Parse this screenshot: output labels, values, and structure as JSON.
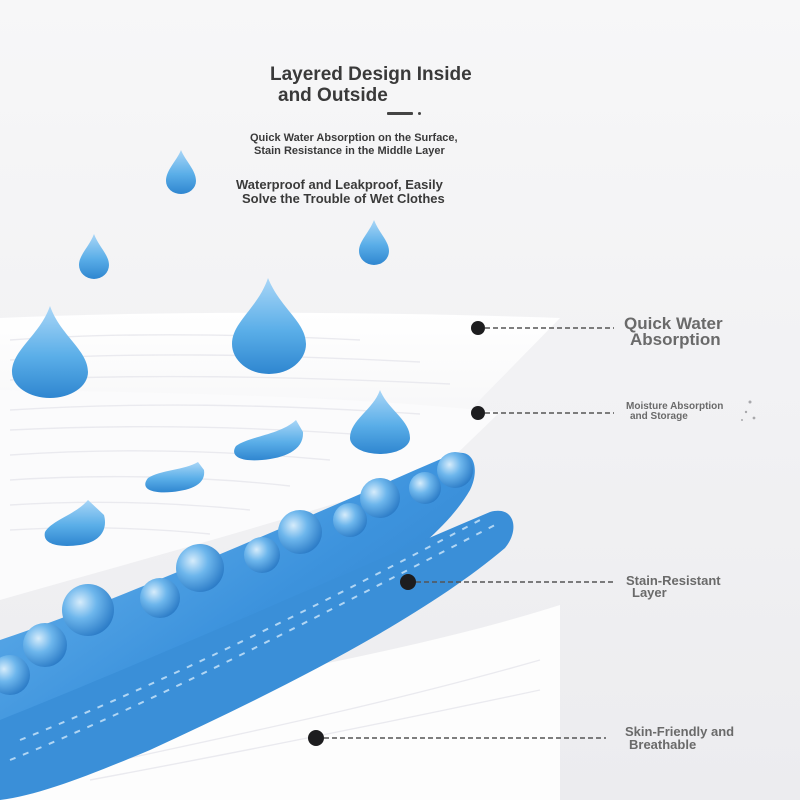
{
  "header": {
    "title_line1": "Layered Design Inside",
    "title_line2": "and Outside",
    "subtitle1_line1": "Quick Water Absorption on the Surface,",
    "subtitle1_line2": "Stain Resistance in the Middle Layer",
    "subtitle2_line1": "Waterproof and Leakproof, Easily",
    "subtitle2_line2": "Solve the Trouble of Wet Clothes"
  },
  "callouts": [
    {
      "line1": "Quick Water",
      "line2": "Absorption"
    },
    {
      "line1": "Moisture Absorption",
      "line2": "and Storage"
    },
    {
      "line1": "Stain-Resistant",
      "line2": "Layer"
    },
    {
      "line1": "Skin-Friendly and",
      "line2": "Breathable"
    }
  ],
  "colors": {
    "background": "#f3f3f5",
    "text": "#3a3a3a",
    "label": "#6a6a6a",
    "droplet": "#5aaee8",
    "droplet_dark": "#2f86d0",
    "gel_layer": "#3d93dd",
    "fabric": "#ffffff"
  }
}
